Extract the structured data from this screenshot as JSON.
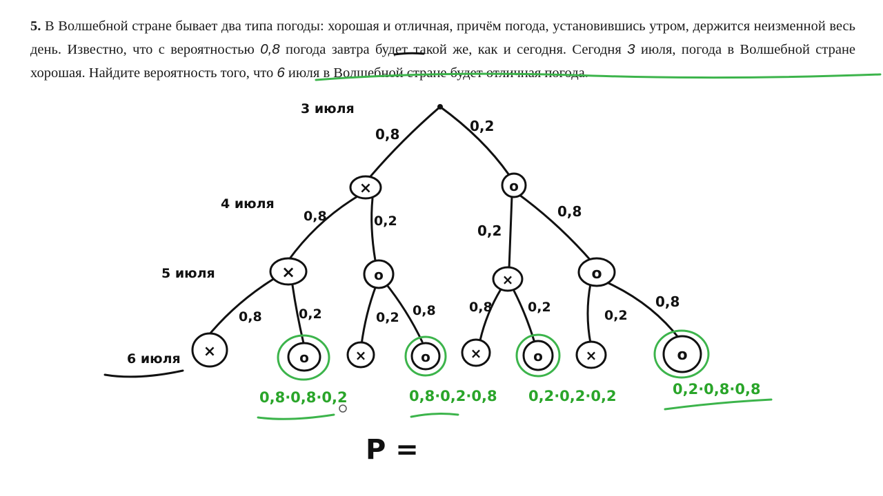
{
  "problem": {
    "number": "5.",
    "text_part1": "В Волшебной стране бывает два типа погоды: хорошая и отличная, причём погода, установившись утром, держится неизменной весь день. Известно, что с вероятностью",
    "probability": "0,8",
    "text_part2": "погода завтра будет такой же, как и сегодня. Сегодня",
    "date_day": "3",
    "text_part3": "июля, погода в Волшебной стране хорошая. Найдите вероятность того, что",
    "target_day": "6",
    "text_part4": "июля в Волшебной стране будет отличная погода."
  },
  "tree": {
    "level_labels": [
      "3 июля",
      "4 июля",
      "5 июля",
      "6 июля"
    ],
    "good_symbol": "×",
    "great_symbol": "o",
    "edge_labels": {
      "e_root_a": "0,8",
      "e_root_b": "0,2",
      "e_a_c": "0,8",
      "e_a_d": "0,2",
      "e_b_e": "0,2",
      "e_b_f": "0,8",
      "e_c_g": "0,8",
      "e_c_h": "0,2",
      "e_d_i": "0,2",
      "e_d_j": "0,8",
      "e_e_k": "0,8",
      "e_e_l": "0,2",
      "e_f_m": "0,2",
      "e_f_n": "0,8"
    },
    "products": [
      "0,8·0,8·0,2",
      "0,8·0,2·0,8",
      "0,2·0,2·0,2",
      "0,2·0,8·0,8"
    ],
    "answer_label": "P ="
  },
  "colors": {
    "ink": "#111111",
    "highlight": "#3cb44b",
    "text": "#1a1a1a"
  }
}
